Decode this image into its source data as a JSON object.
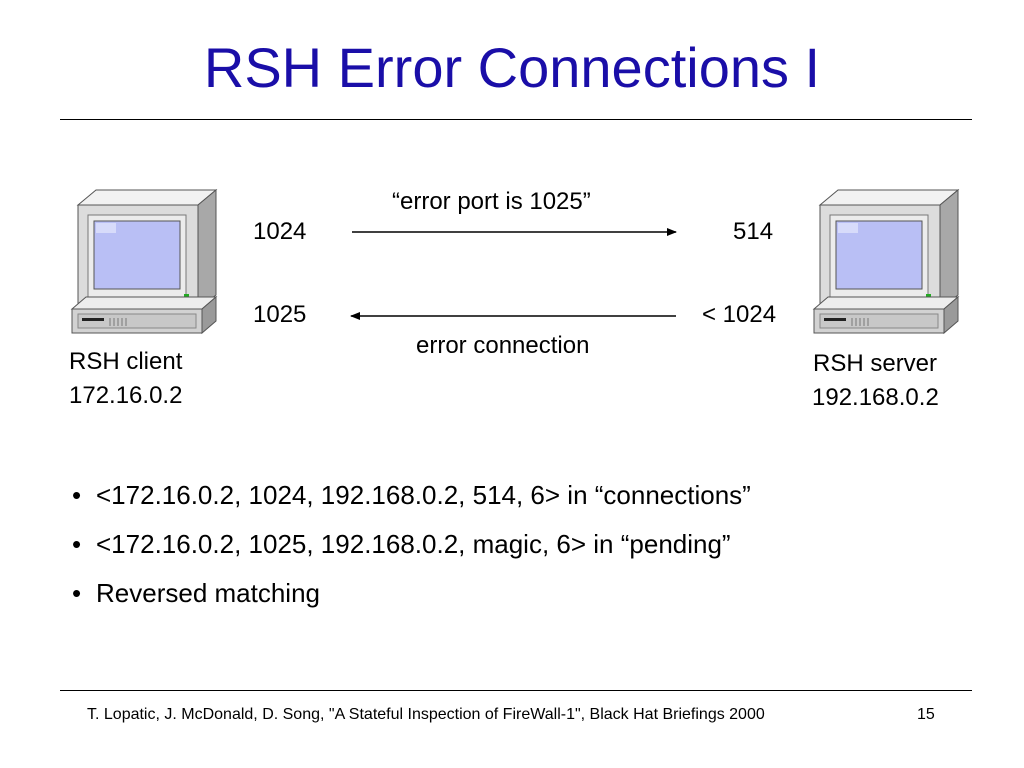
{
  "slide": {
    "title": "RSH Error Connections I",
    "page_number": "15"
  },
  "diagram": {
    "client": {
      "name": "RSH client",
      "ip": "172.16.0.2",
      "icon": "desktop-computer-icon"
    },
    "server": {
      "name": "RSH server",
      "ip": "192.168.0.2",
      "icon": "desktop-computer-icon"
    },
    "arrow_top": {
      "label": "“error port is 1025”",
      "from_port": "1024",
      "to_port": "514",
      "direction": "client-to-server"
    },
    "arrow_bottom": {
      "label": "error connection",
      "from_port": "< 1024",
      "to_port": "1025",
      "direction": "server-to-client"
    }
  },
  "bullets": [
    "<172.16.0.2, 1024, 192.168.0.2, 514, 6> in “connections”",
    "<172.16.0.2, 1025, 192.168.0.2, magic, 6> in “pending”",
    "Reversed matching"
  ],
  "footer": {
    "citation": "T. Lopatic, J. McDonald, D. Song, \"A Stateful Inspection of FireWall-1\", Black Hat Briefings 2000"
  },
  "colors": {
    "title": "#1a0ea8",
    "screen": "#b9bff5",
    "case": "#dcdcdc"
  }
}
